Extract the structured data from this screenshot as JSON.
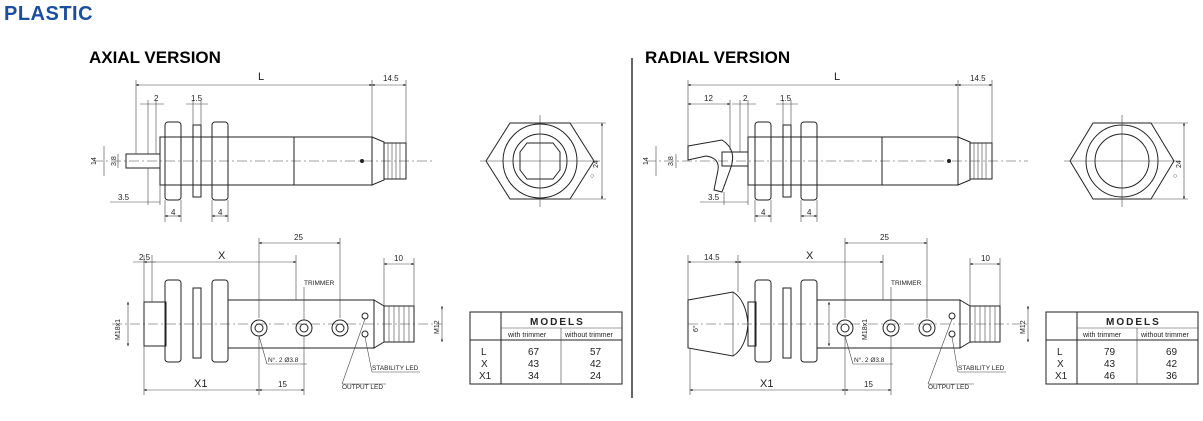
{
  "page": {
    "title": "PLASTIC"
  },
  "axial": {
    "heading": "AXIAL VERSION",
    "dims": {
      "L": "L",
      "d14_5": "14.5",
      "d2": "2",
      "d1_5": "1.5",
      "d14": "14",
      "d3_8": "3.8",
      "d3_5": "3.5",
      "d4a": "4",
      "d4b": "4",
      "d24": "24",
      "X": "X",
      "d2_5": "2.5",
      "d25": "25",
      "d10": "10",
      "M18": "M18x1",
      "M12": "M12",
      "X1": "X1",
      "d15": "15",
      "trimmer": "TRIMMER",
      "holes": "N°. 2 Ø3.8",
      "stability": "STABILITY LED",
      "output": "OUTPUT LED"
    },
    "models": {
      "title": "MODELS",
      "col1": "with trimmer",
      "col2": "without trimmer",
      "rows": [
        {
          "label": "L",
          "with": "67",
          "without": "57"
        },
        {
          "label": "X",
          "with": "43",
          "without": "42"
        },
        {
          "label": "X1",
          "with": "34",
          "without": "24"
        }
      ]
    }
  },
  "radial": {
    "heading": "RADIAL VERSION",
    "dims": {
      "L": "L",
      "d14_5": "14.5",
      "d12": "12",
      "d2": "2",
      "d1_5": "1.5",
      "d14": "14",
      "d3_8": "3.8",
      "d3_5": "3.5",
      "d4a": "4",
      "d4b": "4",
      "d24": "24",
      "X": "X",
      "d14_5b": "14.5",
      "d25": "25",
      "d10": "10",
      "d6": "6°",
      "M18": "M18x1",
      "M12": "M12",
      "X1": "X1",
      "d15": "15",
      "trimmer": "TRIMMER",
      "holes": "N°. 2 Ø3.8",
      "stability": "STABILITY LED",
      "output": "OUTPUT LED"
    },
    "models": {
      "title": "MODELS",
      "col1": "with trimmer",
      "col2": "without trimmer",
      "rows": [
        {
          "label": "L",
          "with": "79",
          "without": "69"
        },
        {
          "label": "X",
          "with": "43",
          "without": "42"
        },
        {
          "label": "X1",
          "with": "46",
          "without": "36"
        }
      ]
    }
  }
}
